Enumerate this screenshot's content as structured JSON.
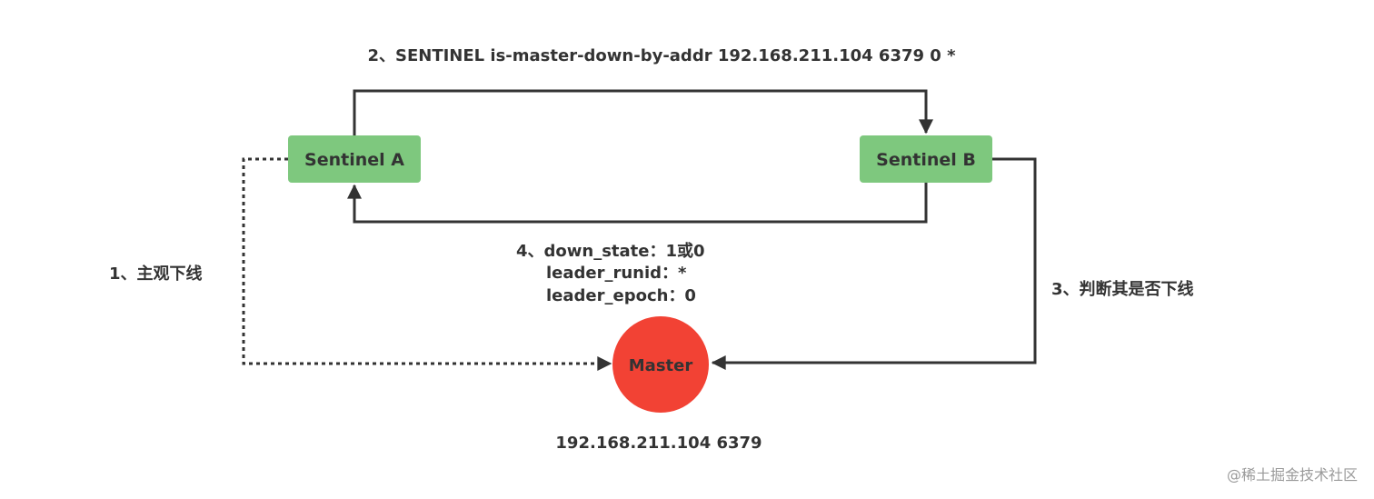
{
  "colors": {
    "sentinel_fill": "#7ec87e",
    "master_fill": "#f24234",
    "line": "#333333",
    "text": "#333333",
    "watermark": "#9a9a9a"
  },
  "nodes": {
    "sentinel_a": {
      "label": "Sentinel A"
    },
    "sentinel_b": {
      "label": "Sentinel B"
    },
    "master": {
      "label": "Master",
      "address": "192.168.211.104 6379"
    }
  },
  "edges": {
    "subjective_down": {
      "label": "1、主观下线",
      "style": "dotted"
    },
    "query_command": {
      "label": "2、SENTINEL is-master-down-by-addr 192.168.211.104 6379 0 *"
    },
    "judge_down": {
      "label": "3、判断其是否下线"
    },
    "reply": {
      "lines": [
        "4、down_state：1或0",
        "leader_runid：*",
        "leader_epoch：0"
      ]
    }
  },
  "watermark": "@稀土掘金技术社区"
}
